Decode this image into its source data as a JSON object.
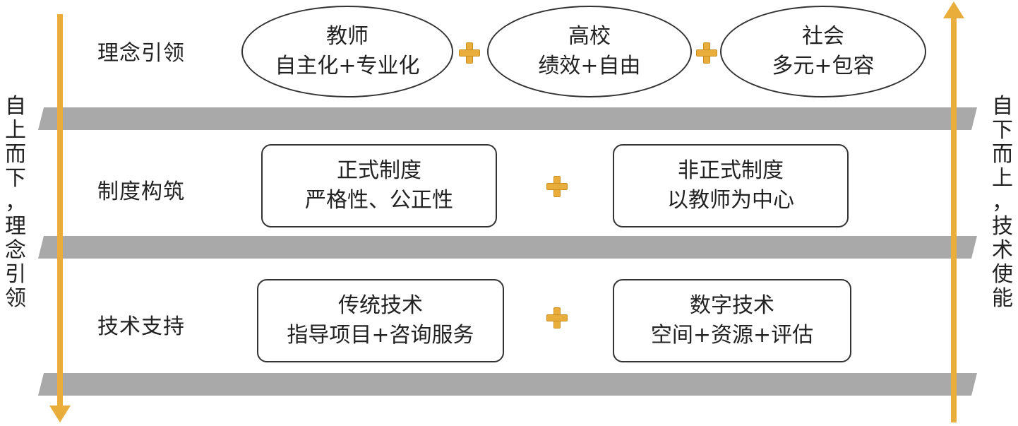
{
  "colors": {
    "arrow": "#e8ad3a",
    "band": "#a9a9a9",
    "plus": "#e8ad3a",
    "border": "#333333"
  },
  "left_axis": {
    "chars": [
      "自",
      "上",
      "而",
      "下",
      "，",
      "理",
      "念",
      "引",
      "领"
    ],
    "direction": "down"
  },
  "right_axis": {
    "chars": [
      "自",
      "下",
      "而",
      "上",
      "，",
      "技",
      "术",
      "使",
      "能"
    ],
    "direction": "up"
  },
  "rows": {
    "concept": {
      "label": "理念引领",
      "items": [
        {
          "title": "教师",
          "subtitle": "自主化+专业化"
        },
        {
          "title": "高校",
          "subtitle": "绩效+自由"
        },
        {
          "title": "社会",
          "subtitle": "多元+包容"
        }
      ]
    },
    "institution": {
      "label": "制度构筑",
      "items": [
        {
          "title": "正式制度",
          "subtitle": "严格性、公正性"
        },
        {
          "title": "非正式制度",
          "subtitle": "以教师为中心"
        }
      ]
    },
    "technology": {
      "label": "技术支持",
      "items": [
        {
          "title": "传统技术",
          "subtitle": "指导项目+咨询服务"
        },
        {
          "title": "数字技术",
          "subtitle": "空间+资源+评估"
        }
      ]
    }
  },
  "icons": {
    "plus": "plus-icon",
    "arrow_down": "arrow-down-icon",
    "arrow_up": "arrow-up-icon"
  }
}
